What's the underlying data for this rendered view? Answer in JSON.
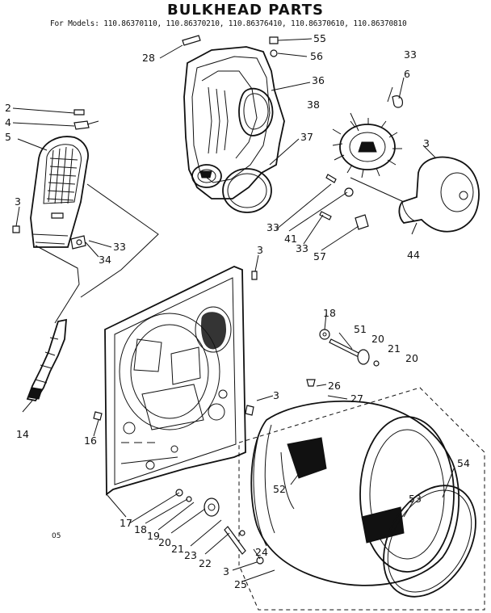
{
  "title": "BULKHEAD PARTS",
  "models_line": "For Models: 110.86370110, 110.86370210, 110.86376410, 110.86370610, 110.86370810",
  "footer_code": "05",
  "callouts": {
    "c2": "2",
    "c4": "4",
    "c5": "5",
    "c3a": "3",
    "c3b": "3",
    "c3c": "3",
    "c3d": "3",
    "c3e": "3",
    "c33a": "33",
    "c33b": "33",
    "c33c": "33",
    "c33d": "33",
    "c34": "34",
    "c14": "14",
    "c16": "16",
    "c17": "17",
    "c18a": "18",
    "c18b": "18",
    "c19": "19",
    "c20a": "20",
    "c20b": "20",
    "c20c": "20",
    "c21a": "21",
    "c21b": "21",
    "c22": "22",
    "c23": "23",
    "c24": "24",
    "c25": "25",
    "c26": "26",
    "c27": "27",
    "c28": "28",
    "c36": "36",
    "c37": "37",
    "c38": "38",
    "c41": "41",
    "c44": "44",
    "c51": "51",
    "c52": "52",
    "c53": "53",
    "c54": "54",
    "c55": "55",
    "c56": "56",
    "c57": "57",
    "c6": "6"
  }
}
